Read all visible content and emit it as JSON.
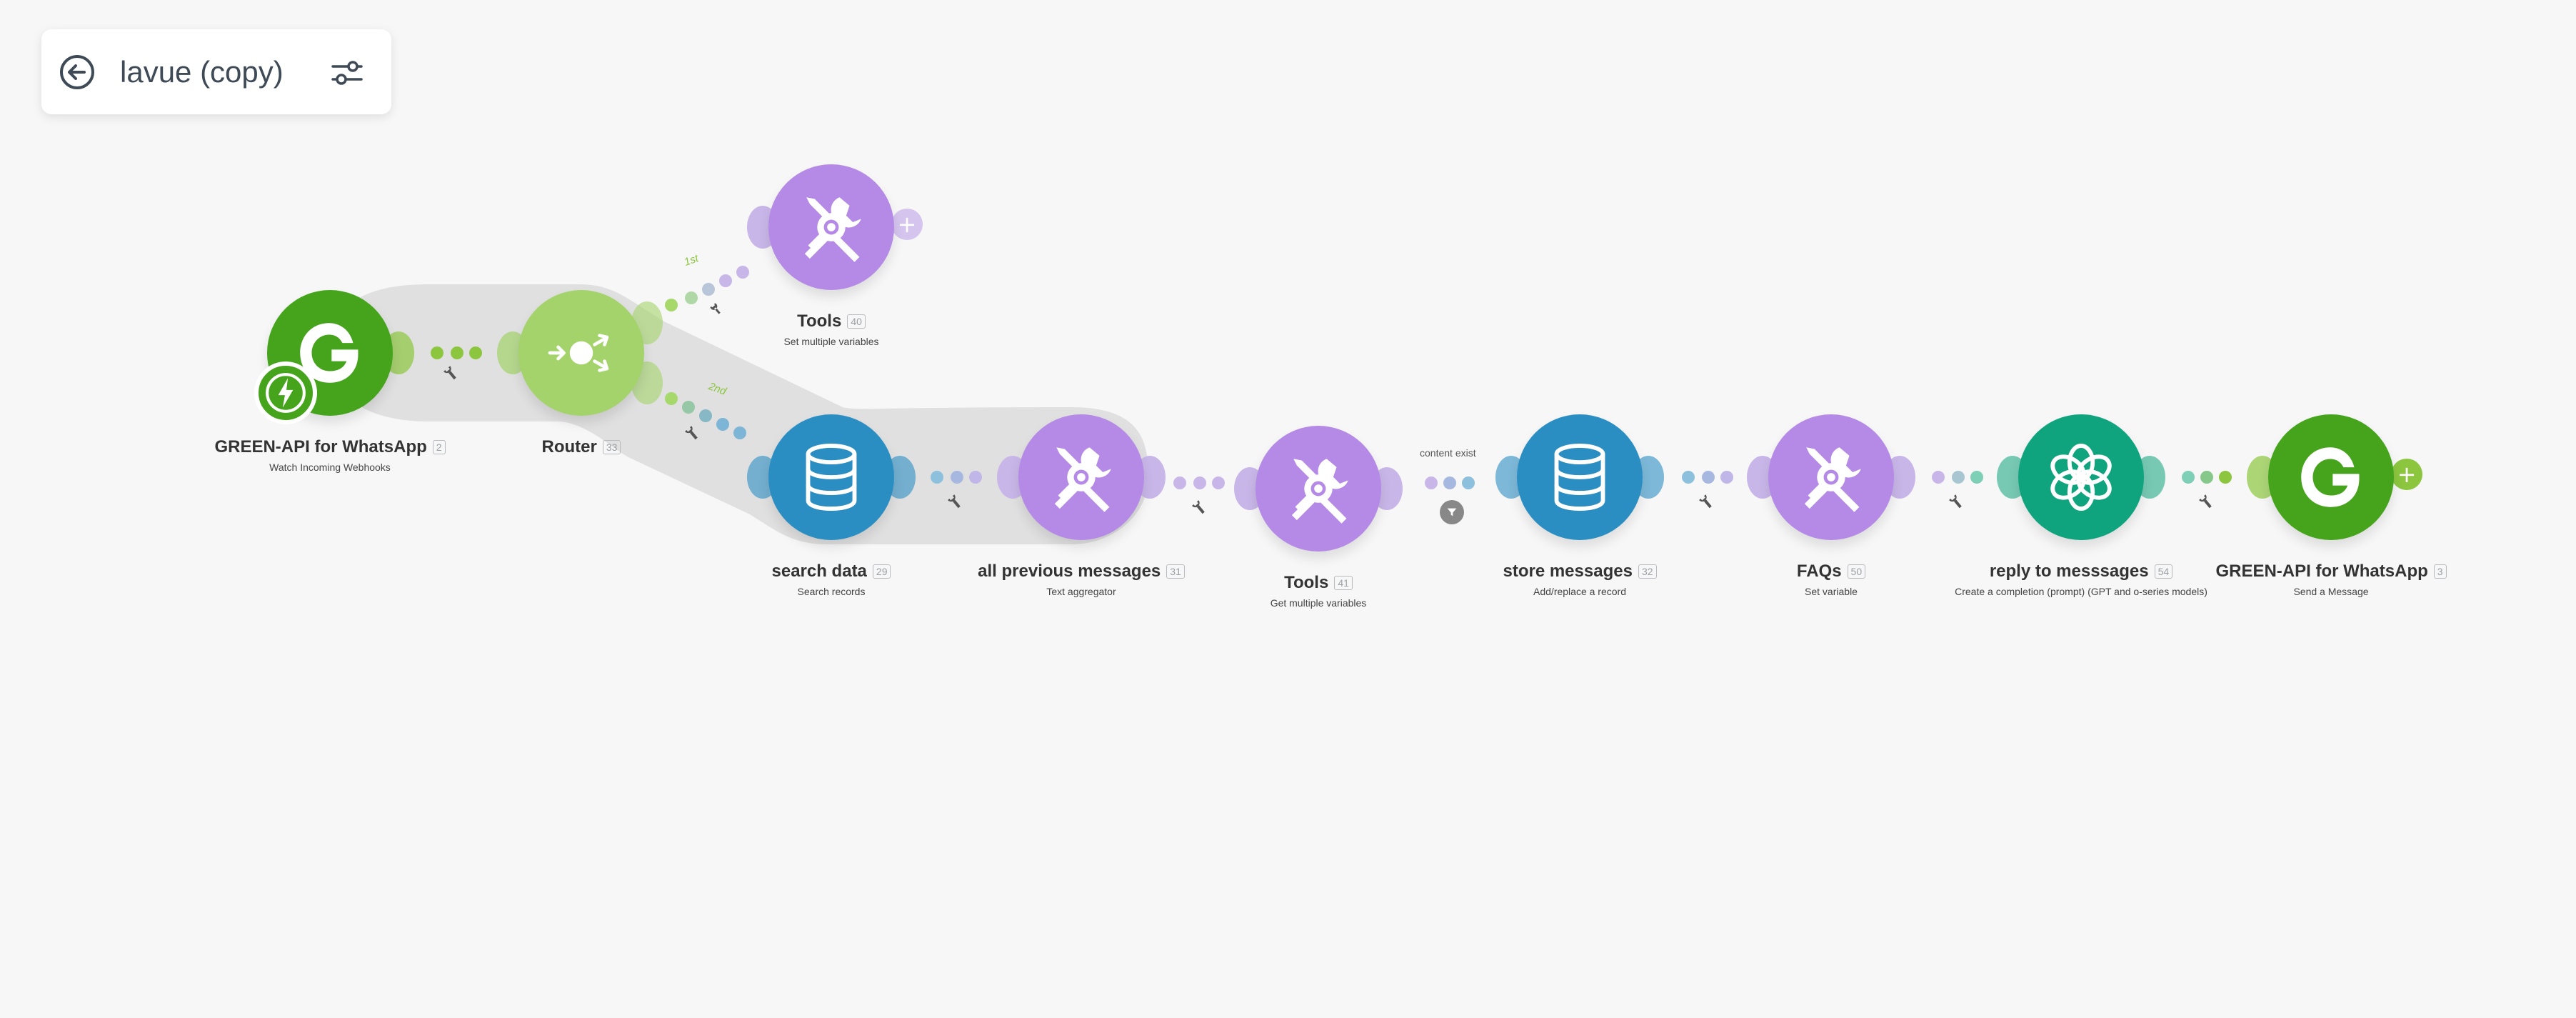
{
  "header": {
    "title": "lavue (copy)",
    "back_icon": "arrow-left-circle-icon",
    "settings_icon": "sliders-icon"
  },
  "colors": {
    "green_api": "#45a41c",
    "router": "#a3d36a",
    "tools": "#b48ae6",
    "datastore": "#2b8ec3",
    "openai": "#0fa47e",
    "background": "#f7f7f7"
  },
  "modules": {
    "m2": {
      "name": "GREEN-API for WhatsApp",
      "id": "2",
      "action": "Watch Incoming Webhooks",
      "icon": "green-api-logo-icon"
    },
    "m33": {
      "name": "Router",
      "id": "33",
      "action": "",
      "icon": "router-icon"
    },
    "m40": {
      "name": "Tools",
      "id": "40",
      "action": "Set multiple variables",
      "icon": "tools-icon"
    },
    "m29": {
      "name": "search data",
      "id": "29",
      "action": "Search records",
      "icon": "database-icon"
    },
    "m31": {
      "name": "all previous messages",
      "id": "31",
      "action": "Text aggregator",
      "icon": "tools-icon"
    },
    "m41": {
      "name": "Tools",
      "id": "41",
      "action": "Get multiple variables",
      "icon": "tools-icon"
    },
    "m32": {
      "name": "store messages",
      "id": "32",
      "action": "Add/replace a record",
      "icon": "database-icon"
    },
    "m50": {
      "name": "FAQs",
      "id": "50",
      "action": "Set variable",
      "icon": "tools-icon"
    },
    "m54": {
      "name": "reply to messsages",
      "id": "54",
      "action": "Create a completion (prompt) (GPT and o-series models)",
      "icon": "openai-icon"
    },
    "m3": {
      "name": "GREEN-API for WhatsApp",
      "id": "3",
      "action": "Send a Message",
      "icon": "green-api-logo-icon"
    }
  },
  "routes": {
    "first": "1st",
    "second": "2nd"
  },
  "filter": {
    "label": "content exist",
    "icon": "filter-icon"
  },
  "add_module_symbol": "+"
}
